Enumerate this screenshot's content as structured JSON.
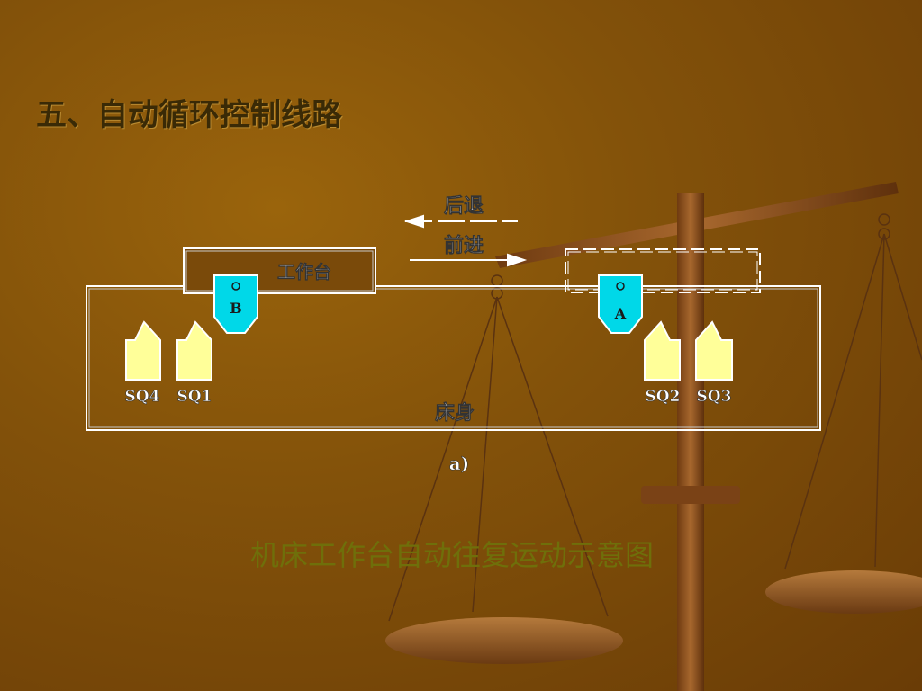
{
  "slide": {
    "title": "五、自动循环控制线路",
    "caption": "机床工作台自动往复运动示意图"
  },
  "diagram": {
    "direction_back": "后退",
    "direction_forward": "前进",
    "table_label": "工作台",
    "bed_label": "床身",
    "sub_label": "a)",
    "block_b_label": "B",
    "block_a_label": "A",
    "switches": [
      "SQ4",
      "SQ1",
      "SQ2",
      "SQ3"
    ]
  },
  "colors": {
    "block_fill": "#00d8e8",
    "switch_fill": "#ffff99",
    "outline": "#ffffff"
  }
}
